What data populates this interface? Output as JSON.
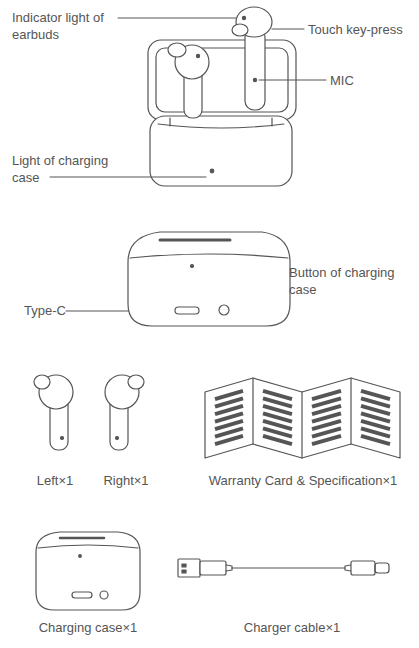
{
  "diagram": {
    "labels": [
      "Indicator light of earbuds",
      "Touch key-press",
      "MIC",
      "Light of charging case",
      "Type-C",
      "Button of charging case",
      "Left×1",
      "Right×1",
      "Warranty Card & Specification×1",
      "Charging case×1",
      "Charger cable×1"
    ]
  }
}
